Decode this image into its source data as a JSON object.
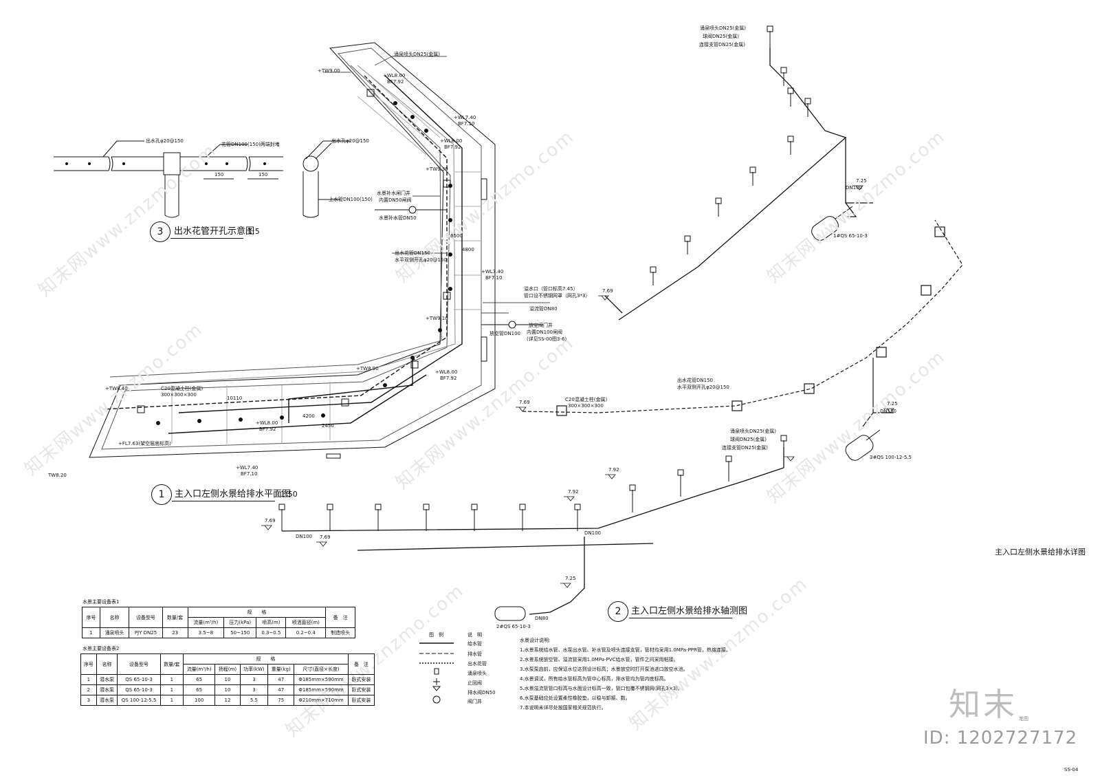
{
  "drawing": {
    "sheet_title": "主入口左侧水景给排水详图",
    "sheet_no": "SS-04"
  },
  "views": {
    "detail3": {
      "no": "3",
      "title": "出水花管开孔示意图",
      "scale": "1:5",
      "labels": {
        "hole": "出水孔φ20@150",
        "pipe": "花管DN100(150)两端封堵",
        "hole2": "出水孔φ20@150",
        "supply": "上水管DN100(150)",
        "dim1": "150",
        "dim2": "150"
      }
    },
    "plan1": {
      "no": "1",
      "title": "主入口左侧水景给排水平面图",
      "scale": "1:50",
      "labels": {
        "tw900": "+TW9.00",
        "wl800a": "+WL8.00",
        "bf792a": "BF7.92",
        "wl740a": "+WL7.40",
        "bf710a": "BF7.10",
        "wl800b": "+WL8.00",
        "bf792b": "BF7.92",
        "tw930": "+TW9.30",
        "wl740b": "+WL7.40",
        "bf710b": "BF7.10",
        "tw910": "+TW9.10",
        "tw890": "+TW8.90",
        "wl800c": "+WL8.00",
        "bf792c": "BF7.92",
        "tw840": "+TW8.40",
        "wl800d": "+WL8.00",
        "bf792d": "BF7.92",
        "fl763": "+FL7.63(架空层底标高)",
        "wl740c": "+WL7.40",
        "bf710c": "BF7.10",
        "tw820": "TW8.20",
        "nozzle": "涌泉喷头DN25(金属)",
        "supplyvalve": "水景补水闸门井",
        "valvebuilt": "内置DN50闸阀",
        "makeup": "水景补水管DN50",
        "flower": "出水花管DN150",
        "flower2": "水平双侧开孔φ20@150",
        "overflow": "溢水口（管口标高7.45）",
        "overflow2": "管口设不锈钢网罩（网孔3*3）",
        "ovpipe": "溢流管DN80",
        "drainvalve": "放空阀门井",
        "drainbuilt": "内置DN100闸阀",
        "drainref": "(详见SS-00图3-6)",
        "drainpipe": "放空管DN100",
        "post": "C20混凝土柱(金属)",
        "postsize": "300×300×300",
        "d1": "10110",
        "d2": "2450",
        "d3": "6500",
        "d4": "4800",
        "d5": "4200"
      }
    },
    "iso2": {
      "no": "2",
      "title": "主入口左侧水景给排水轴测图",
      "labels": {
        "nozzleA": "涌泉喷头DN25(金属)",
        "valveA": "球阀DN25(金属)",
        "hoseA": "连接支管DN25(金属)",
        "nozzleB": "涌泉喷头DN25(金属)",
        "valveB": "球阀DN25(金属)",
        "hoseB": "连接支管DN25(金属)",
        "pump1": "1#QS 65-10-3",
        "pump2": "2#QS 65-10-3",
        "pump3": "3#QS 100-12-5.5",
        "post2": "C20混凝土柱(金属)",
        "post2size": "300×300×300",
        "flower3": "出水花管DN150",
        "flower4": "水平双侧开孔φ20@150",
        "e792": "7.92",
        "e769": "7.69",
        "e725": "7.25",
        "dn100": "DN100",
        "dn150": "DN150",
        "dn80": "DN80"
      }
    }
  },
  "table1": {
    "caption": "水景主要设备表1",
    "head_group": "规　　格",
    "headers": [
      "序号",
      "名称",
      "设备型号",
      "数量/套",
      "流量(m³/h)",
      "压力(kPa)",
      "喷高(m)",
      "喷洒直径(m)",
      "备　注"
    ],
    "rows": [
      [
        "1",
        "涌泉喷头",
        "PJY DN25",
        "23",
        "3.5~8",
        "50~150",
        "0.3~0.5",
        "0.2~0.4",
        "制造喷头"
      ]
    ]
  },
  "table2": {
    "caption": "水景主要设备表2",
    "head_group": "规　　格",
    "headers": [
      "序号",
      "名称",
      "设备型号",
      "数量/套",
      "流量(m³/h)",
      "扬程(m)",
      "功率(kW)",
      "重量(kg)",
      "尺寸(直径×长度)",
      "备　注"
    ],
    "rows": [
      [
        "1",
        "潜水泵",
        "QS 65-10-3",
        "1",
        "65",
        "10",
        "3",
        "47",
        "Φ185mm×590mm",
        "卧式安装"
      ],
      [
        "2",
        "潜水泵",
        "QS 65-10-3",
        "1",
        "65",
        "10",
        "3",
        "47",
        "Φ185mm×590mm",
        "卧式安装"
      ],
      [
        "3",
        "潜水泵",
        "QS 100-12-5.5",
        "1",
        "100",
        "12",
        "5.5",
        "75",
        "Φ210mm×710mm",
        "卧式安装"
      ]
    ]
  },
  "legend": {
    "col_symbol": "图　例",
    "col_desc": "说　明",
    "items": [
      "给水管",
      "排水管",
      "出水花管",
      "涌泉喷头",
      "止回阀",
      "排水阀DN50",
      "阀门井"
    ]
  },
  "notes": {
    "title": "水景设计说明:",
    "lines": [
      "1.水景系统给水管、水泵出水管、补水管及喷头连接支管，管材均采用1.0MPa-PPR管，热熔连接。",
      "2.水景系统放空管、溢流管采用1.0MPa-PVC给水管，管件之间采用粘接。",
      "3.水泵泵启前，应保证水位达到设计标高；水景放空时打开泵池进口放空水池。",
      "4.水景调试，所有给水管标高为管中心标高，排水管均为管内底标高。",
      "5.水景溢流管管口标高与水面设计标高一致，管口包覆不锈钢网(网孔3×3)。",
      "6.水泵基础应处设置柔性橡胶垫，以稳与卸振、数。",
      "7.本说明未详尽处按国家相关规范执行。"
    ]
  },
  "watermark": {
    "text": "知末网www.znzmo.com",
    "logo": "知末",
    "sub": "笔图",
    "id": "ID: 1202727172"
  }
}
